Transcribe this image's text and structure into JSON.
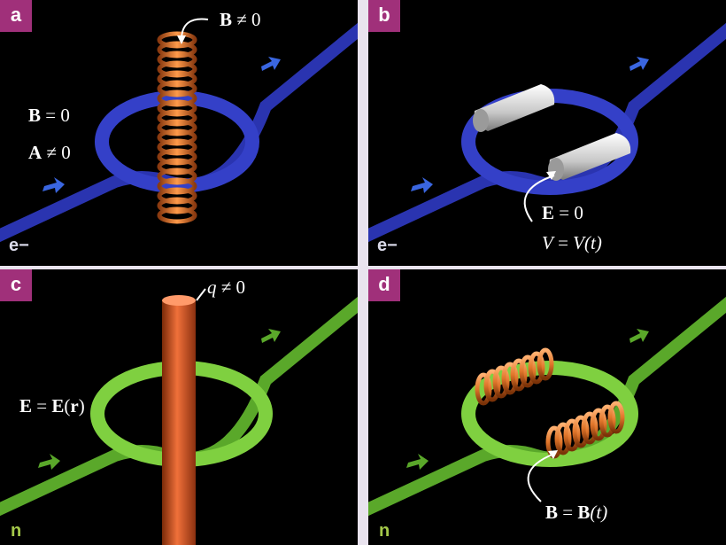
{
  "panels": {
    "a": {
      "badge": "a",
      "particle": "e−",
      "label_top": {
        "sym": "B",
        "rel": " ≠ 0"
      },
      "label_b": {
        "sym": "B",
        "rel": " = 0"
      },
      "label_a": {
        "sym": "A",
        "rel": " ≠ 0"
      }
    },
    "b": {
      "badge": "b",
      "particle": "e−",
      "label_e": {
        "sym": "E",
        "rel": " = 0"
      },
      "label_v": {
        "lhs": "V",
        "eq": " = ",
        "rhs": "V",
        "arg": "(t)"
      }
    },
    "c": {
      "badge": "c",
      "particle": "n",
      "label_q": {
        "sym": "q",
        "rel": " ≠ 0"
      },
      "label_e": {
        "lhs": "E",
        "eq": " = ",
        "rhs": "E",
        "arg_open": "(",
        "arg": "r",
        "arg_close": ")"
      }
    },
    "d": {
      "badge": "d",
      "particle": "n",
      "label_b": {
        "lhs": "B",
        "eq": " = ",
        "rhs": "B",
        "arg": "(t)"
      }
    }
  },
  "colors": {
    "electron_tube": "#3440c8",
    "neutron_tube": "#7fd040",
    "coil": "#e0752a",
    "cylinder": "#d4d4d4",
    "rod": "#e0522a",
    "badge": "#a0307a",
    "background": "#000000",
    "divider": "#e9e3ee"
  }
}
